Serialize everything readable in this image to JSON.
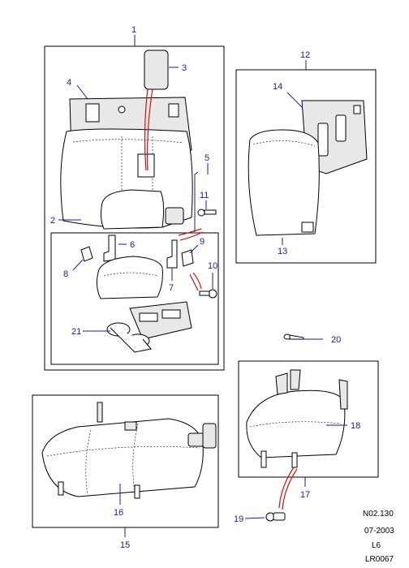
{
  "callouts": {
    "c1": "1",
    "c2": "2",
    "c3": "3",
    "c4": "4",
    "c5": "5",
    "c6": "6",
    "c7": "7",
    "c8": "8",
    "c9": "9",
    "c10": "10",
    "c11": "11",
    "c12": "12",
    "c13": "13",
    "c14": "14",
    "c15": "15",
    "c16": "16",
    "c17": "17",
    "c18": "18",
    "c19": "19",
    "c20": "20",
    "c21": "21"
  },
  "reference": {
    "code": "N02.130",
    "date": "07-2003",
    "level": "L6",
    "id": "LR0067"
  },
  "colors": {
    "callout": "#1a1aa8",
    "wire": "#d21010",
    "outline": "#000000"
  }
}
